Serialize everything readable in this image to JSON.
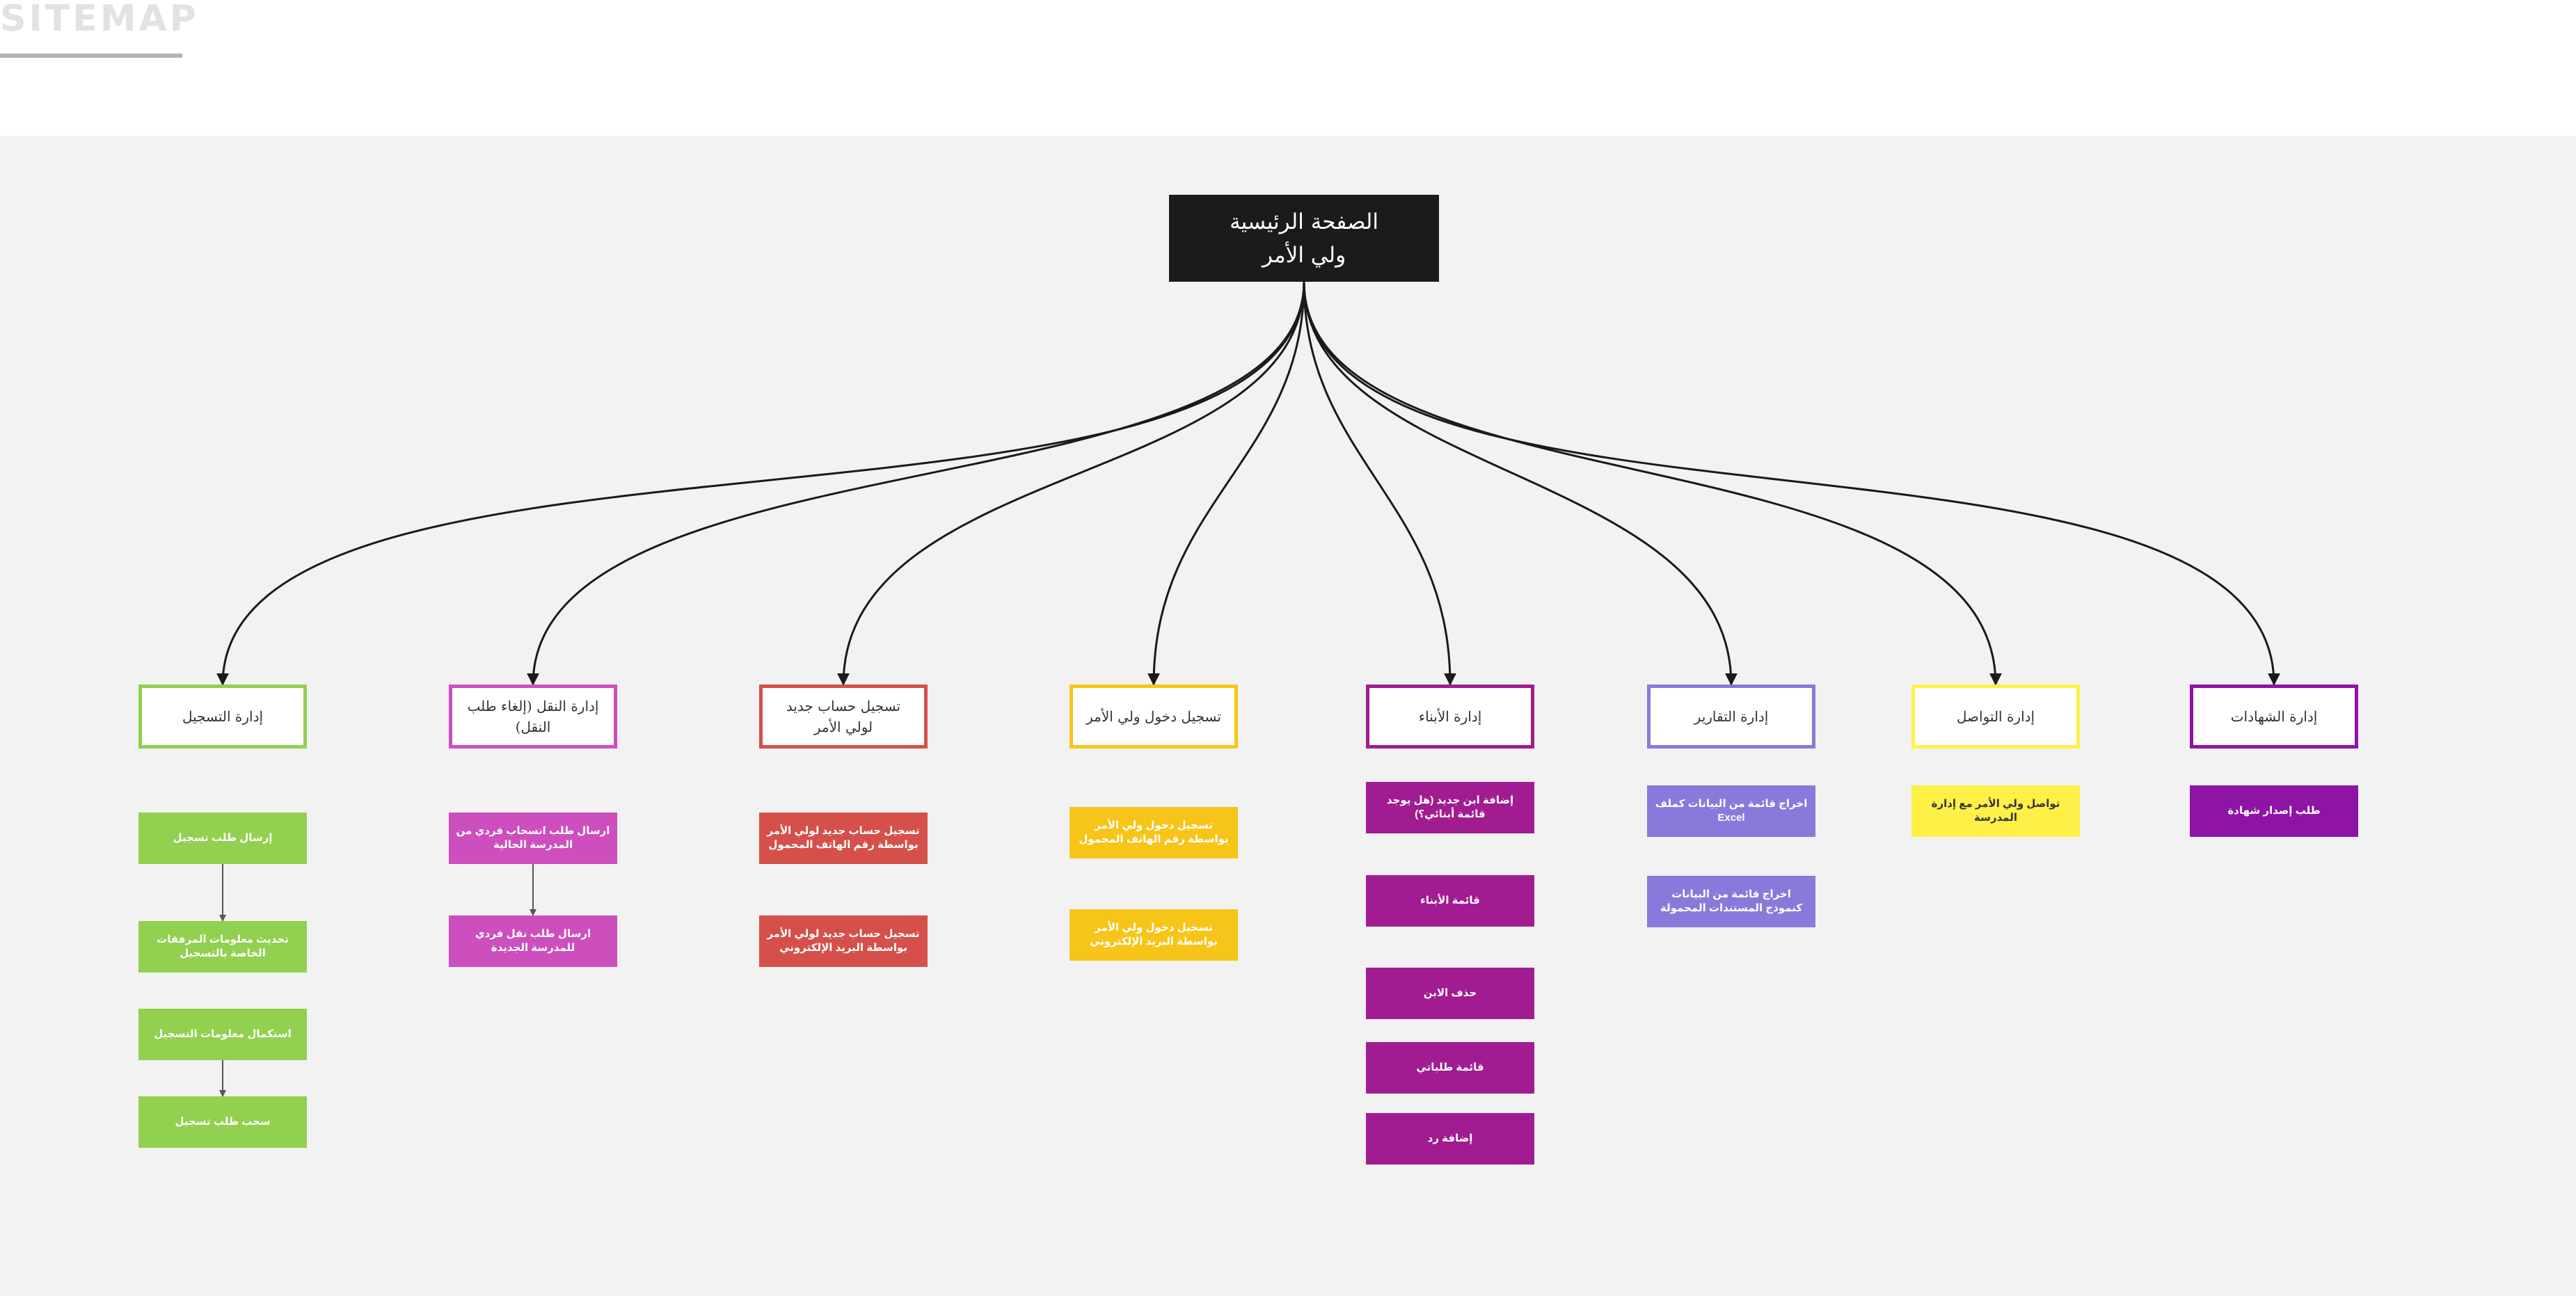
{
  "header": {
    "title": "SITEMAP"
  },
  "root": {
    "line1": "الصفحة الرئيسية",
    "line2": "ولي الأمر"
  },
  "colors": {
    "registration": "#92d050",
    "transfer": "#cd4fbd",
    "new_account": "#d5504a",
    "login": "#f7c51a",
    "children": "#a21c91",
    "reports": "#8b78db",
    "communication": "#fff048",
    "certificates": "#8e14a6"
  },
  "sections": [
    {
      "id": "registration",
      "label": "إدارة التسجيل",
      "items": [
        "إرسال طلب تسجيل",
        "تحديث معلومات المرفقات الخاصة بالتسجيل",
        "استكمال معلومات التسجيل",
        "سحب طلب تسجيل"
      ]
    },
    {
      "id": "transfer",
      "label": "إدارة النقل (إلغاء طلب النقل)",
      "items": [
        "ارسال طلب انسحاب فردي من المدرسة الحالية",
        "ارسال طلب نقل فردي للمدرسة الجديدة"
      ]
    },
    {
      "id": "new_account",
      "label": "تسجيل حساب جديد لولي الأمر",
      "items": [
        "تسجيل حساب جديد لولي الأمر بواسطة رقم الهاتف المحمول",
        "تسجيل حساب جديد لولي الأمر بواسطة البريد الإلكتروني"
      ]
    },
    {
      "id": "login",
      "label": "تسجيل دخول ولي الأمر",
      "items": [
        "تسجيل دخول ولي الأمر بواسطة رقم الهاتف المحمول",
        "تسجيل دخول ولي الأمر بواسطة البريد الإلكتروني"
      ]
    },
    {
      "id": "children",
      "label": "إدارة الأبناء",
      "items": [
        "إضافة ابن جديد (هل يوجد قائمة أبنائي؟)",
        "قائمة الأبناء",
        "حذف الابن",
        "قائمة طلباتي",
        "إضافة رد"
      ]
    },
    {
      "id": "reports",
      "label": "إدارة التقارير",
      "items": [
        "اخراج قائمة من البيانات كملف Excel",
        "اخراج قائمة من البيانات كنموذج المستندات المحمولة"
      ]
    },
    {
      "id": "communication",
      "label": "إدارة التواصل",
      "items": [
        "تواصل ولي الأمر مع إدارة المدرسة"
      ]
    },
    {
      "id": "certificates",
      "label": "إدارة الشهادات",
      "items": [
        "طلب إصدار شهادة"
      ]
    }
  ]
}
